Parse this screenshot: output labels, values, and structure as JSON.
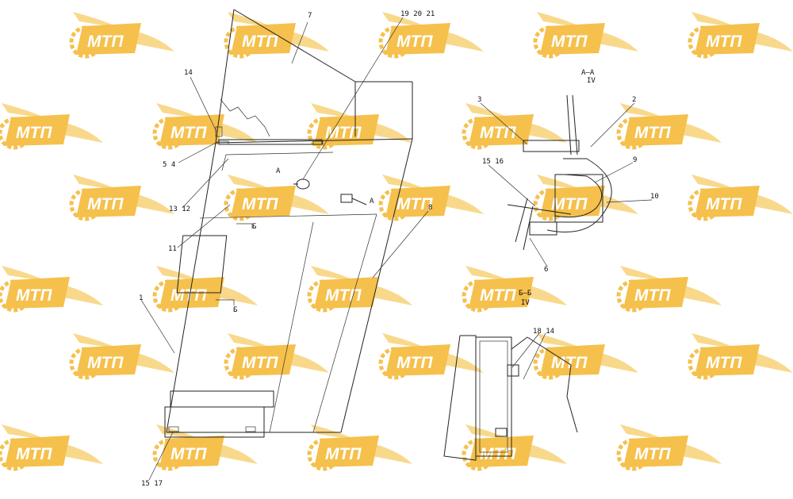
{
  "colors": {
    "watermark_fill": "#f5c04c",
    "watermark_wing": "#f8d98c",
    "line": "#222222",
    "background": "#ffffff"
  },
  "watermark": {
    "text": "МТП"
  },
  "section_labels": {
    "aa": "A—A",
    "aa_scale": "IV",
    "bb": "Б—Б",
    "bb_scale": "IV",
    "view_a": "A",
    "view_b": "Б"
  },
  "callouts": {
    "c7": "7",
    "c19_20_21": "19 20 21",
    "c14": "14",
    "c5_4": "5 4",
    "c13_12": "13 12",
    "c11": "11",
    "c1": "1",
    "c8": "8",
    "c15_17": "15 17",
    "c3": "3",
    "c2": "2",
    "c15_16": "15 16",
    "c9": "9",
    "c10": "10",
    "c6": "6",
    "c18_14": "18 14"
  }
}
